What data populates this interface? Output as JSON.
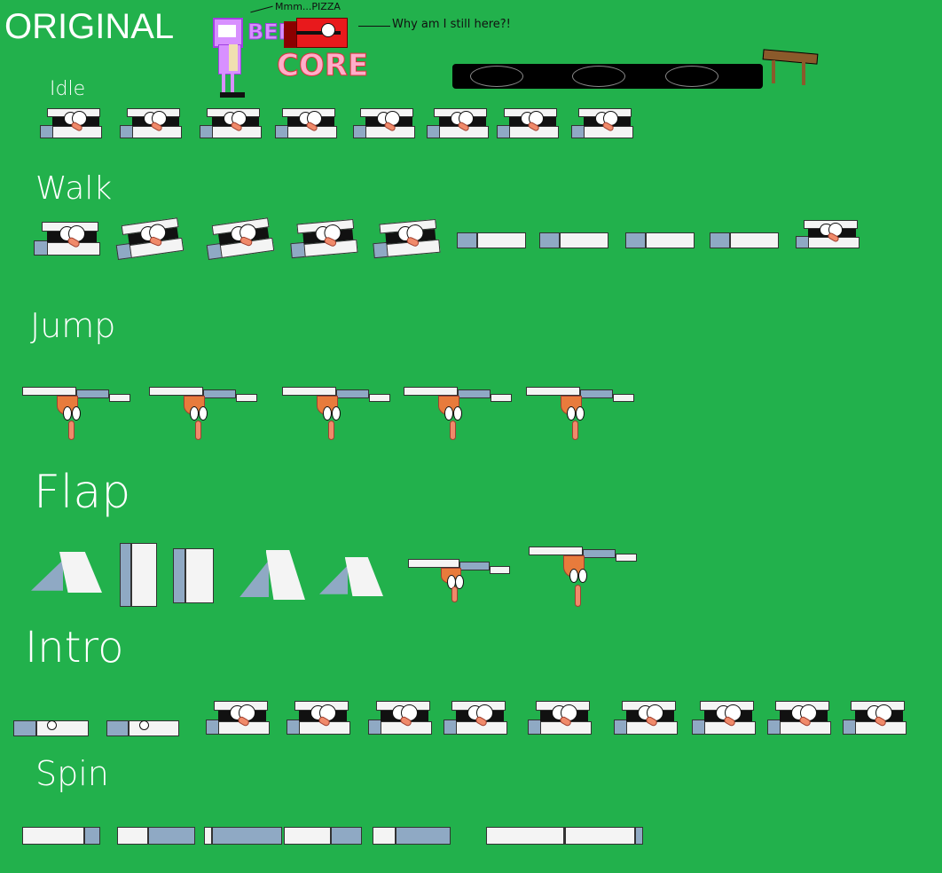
{
  "header": {
    "title": "ORIGINAL",
    "character_note": "Mmm...PIZZA",
    "character_name_a": "BEN",
    "character_name_b": "CORE",
    "box_note": "Why am I still here?!"
  },
  "rows": [
    {
      "label": "Idle"
    },
    {
      "label": "Walk"
    },
    {
      "label": "Jump"
    },
    {
      "label": "Flap"
    },
    {
      "label": "Intro"
    },
    {
      "label": "Spin"
    }
  ],
  "colors": {
    "background": "#22b14c",
    "box_top": "#f4f4f4",
    "box_side": "#8fa9c4",
    "tongue": "#f08a6a",
    "red_box": "#e8191c",
    "ben_purple": "#d890ff",
    "core_pink": "#ffaec9",
    "table": "#8b5a2b"
  }
}
